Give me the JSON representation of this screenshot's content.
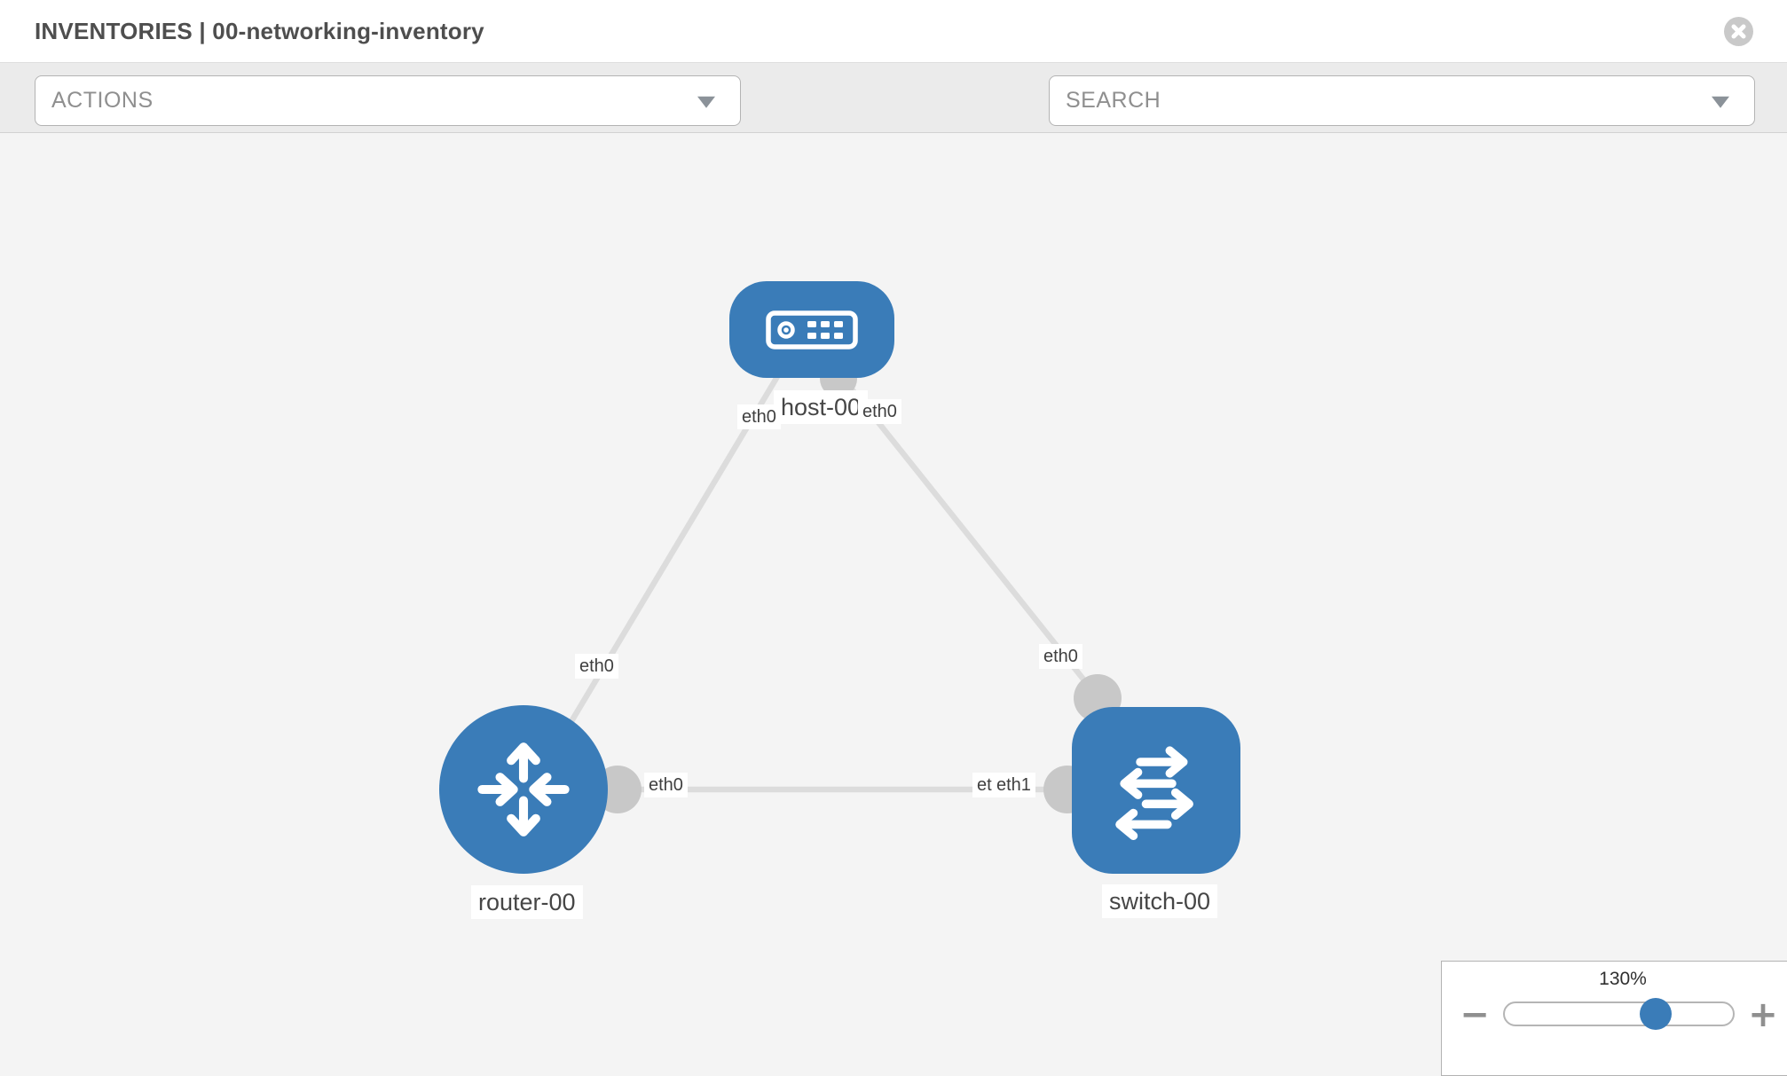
{
  "header": {
    "title": "INVENTORIES | 00-networking-inventory"
  },
  "toolbar": {
    "actions_dropdown": {
      "placeholder": "ACTIONS"
    },
    "search_dropdown": {
      "placeholder": "SEARCH"
    },
    "icons": [
      "wrench-icon",
      "key-icon"
    ]
  },
  "topology": {
    "nodes": [
      {
        "id": "host-00",
        "type": "host",
        "label": "host-00"
      },
      {
        "id": "router-00",
        "type": "router",
        "label": "router-00"
      },
      {
        "id": "switch-00",
        "type": "switch",
        "label": "switch-00"
      }
    ],
    "links": [
      {
        "source": "host-00",
        "target": "router-00",
        "source_interface": "eth0",
        "target_interface": "eth0"
      },
      {
        "source": "host-00",
        "target": "switch-00",
        "source_interface": "eth0",
        "target_interface": "eth0"
      },
      {
        "source": "router-00",
        "target": "switch-00",
        "source_interface": "eth0",
        "target_interface": "eth1"
      }
    ]
  },
  "zoom_control": {
    "level": "130%",
    "minus_label": "−",
    "plus_label": "+"
  },
  "colors": {
    "node_blue": "#3a7cb8",
    "link_gray": "#dcdcdc",
    "dot_gray": "#c8c8c8",
    "toolbar_bg": "#ebebeb",
    "icon_gray": "#6f767e",
    "close_circle_gray": "#c9c9c9"
  }
}
